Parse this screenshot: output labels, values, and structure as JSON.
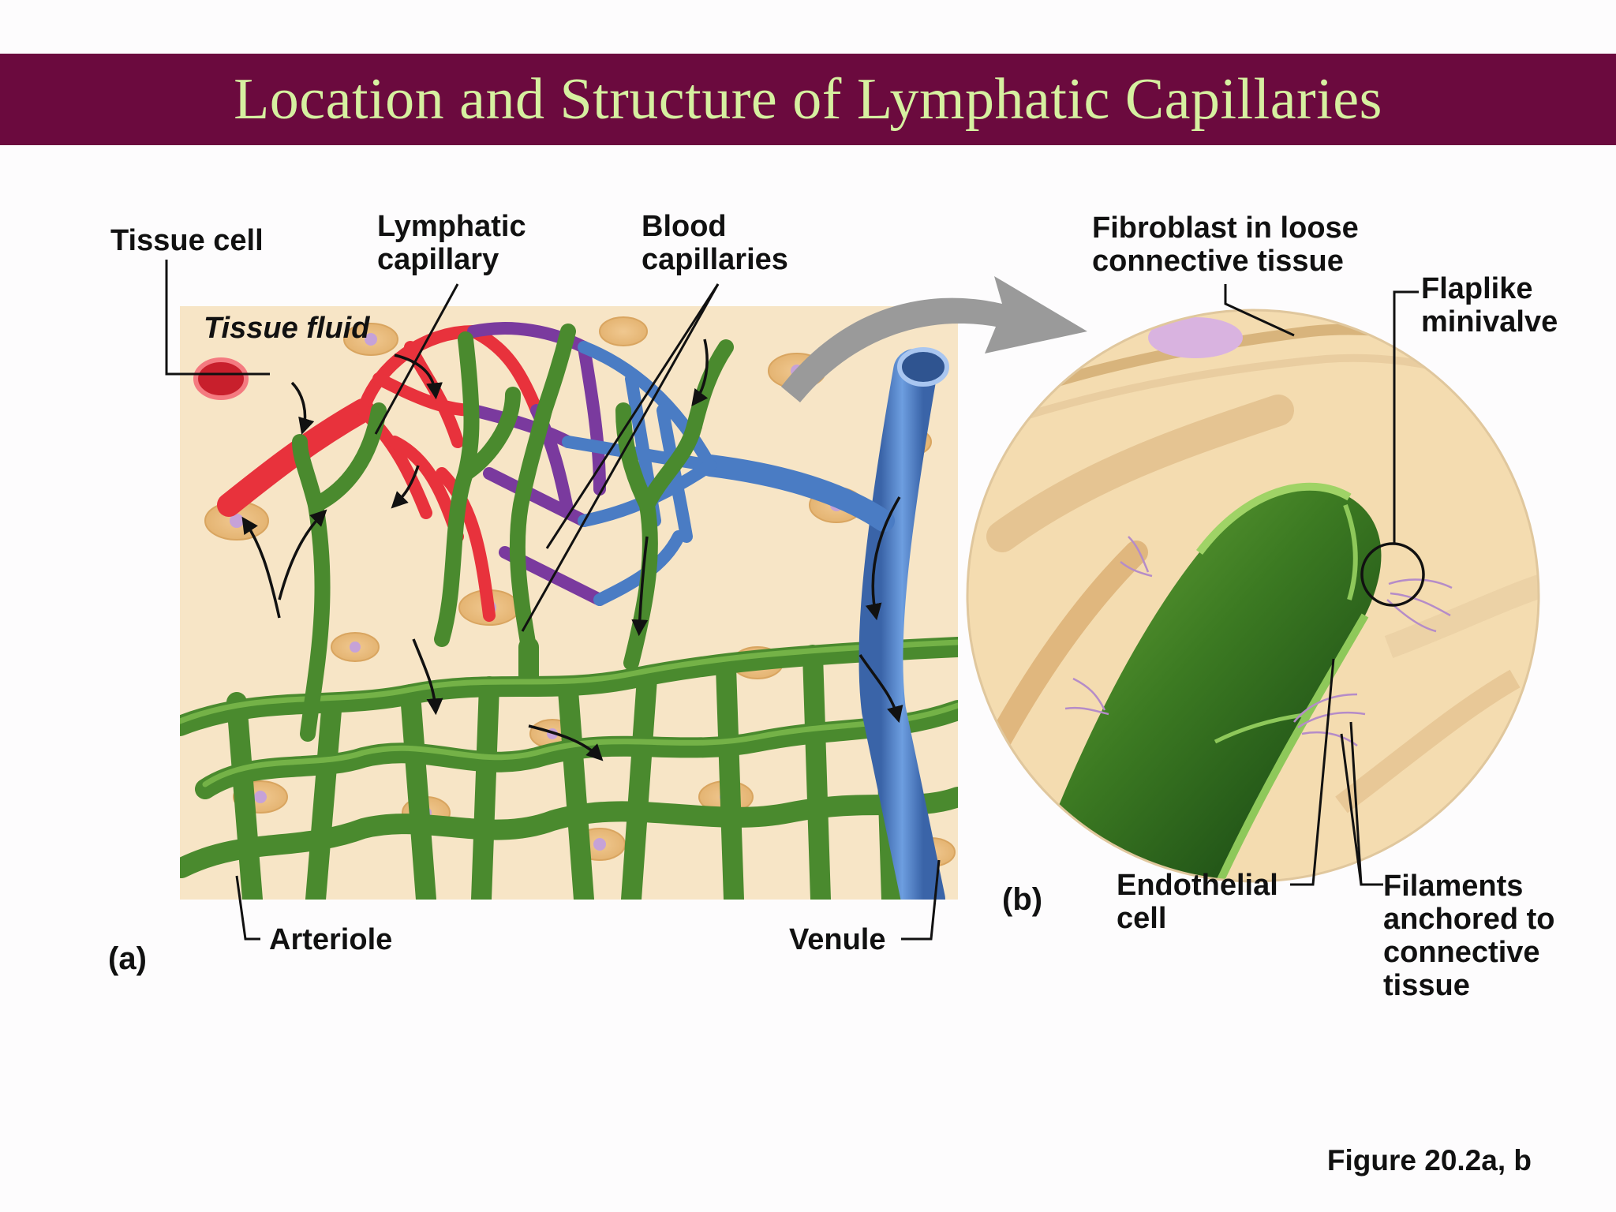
{
  "slide": {
    "title": "Location and Structure of Lymphatic Capillaries",
    "figure_ref": "Figure 20.2a, b"
  },
  "panel_a": {
    "letter": "(a)",
    "labels": {
      "tissue_cell": "Tissue cell",
      "lymphatic_capillary": "Lymphatic\ncapillary",
      "blood_capillaries": "Blood\ncapillaries",
      "tissue_fluid": "Tissue fluid",
      "arteriole": "Arteriole",
      "venule": "Venule"
    }
  },
  "panel_b": {
    "letter": "(b)",
    "labels": {
      "fibroblast": "Fibroblast in loose\nconnective tissue",
      "flaplike_minivalve": "Flaplike\nminivalve",
      "endothelial_cell": "Endothelial\ncell",
      "filaments": "Filaments\nanchored to\nconnective\ntissue"
    }
  },
  "colors": {
    "title_bar": "#6b0a3e",
    "title_text": "#d6f0a0",
    "tissue": "#f6e3c4",
    "arteriole": "#e8323c",
    "venule": "#4a7cc4",
    "lymphatic": "#4a8a2e",
    "capillary_mix": "#7a3a9e"
  }
}
